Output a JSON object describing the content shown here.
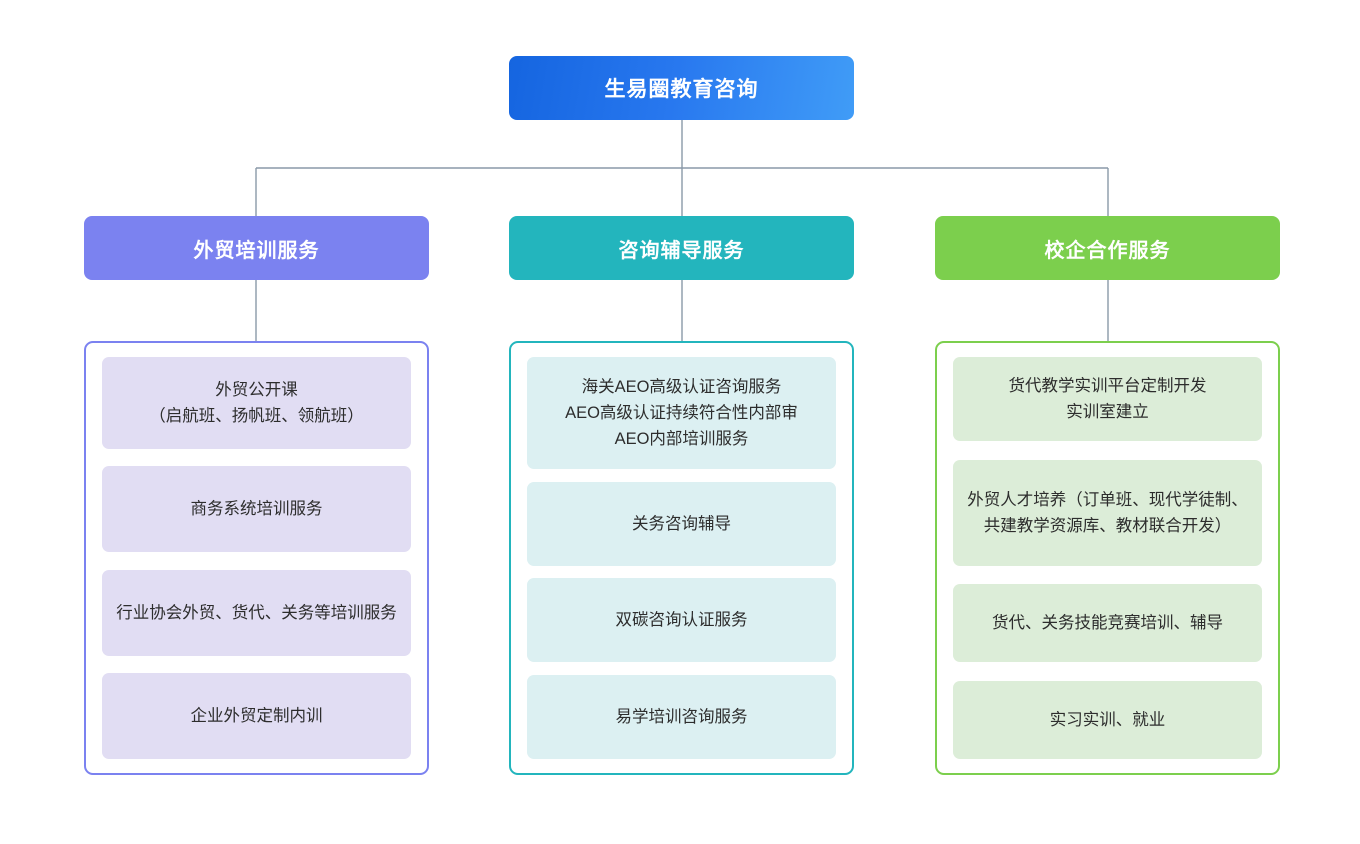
{
  "diagram": {
    "type": "organization-chart",
    "orientation": "top-down",
    "root": {
      "label": "生易圈教育咨询",
      "color_start": "#1565e0",
      "color_end": "#409cf7"
    },
    "connector_color": "#8a99a8",
    "branches": [
      {
        "id": "waimao-peixun",
        "label": "外贸培训服务",
        "header_color": "#7b82f0",
        "panel_border_color": "#7b82f0",
        "card_color": "#e1ddf3",
        "children": [
          "外贸公开课\n（启航班、扬帆班、领航班）",
          "商务系统培训服务",
          "行业协会外贸、货代、关务等培训服务",
          "企业外贸定制内训"
        ]
      },
      {
        "id": "zixun-fudao",
        "label": "咨询辅导服务",
        "header_color": "#23b5bd",
        "panel_border_color": "#23b5bd",
        "card_color": "#dcf0f2",
        "children": [
          "海关AEO高级认证咨询服务\nAEO高级认证持续符合性内部审\nAEO内部培训服务",
          "关务咨询辅导",
          "双碳咨询认证服务",
          "易学培训咨询服务"
        ]
      },
      {
        "id": "xiaoqi-hezuo",
        "label": "校企合作服务",
        "header_color": "#7ccf4d",
        "panel_border_color": "#7ccf4d",
        "card_color": "#dcedd8",
        "children": [
          "货代教学实训平台定制开发\n实训室建立",
          "外贸人才培养（订单班、现代学徒制、共建教学资源库、教材联合开发）",
          "货代、关务技能竞赛培训、辅导",
          "实习实训、就业"
        ]
      }
    ]
  }
}
